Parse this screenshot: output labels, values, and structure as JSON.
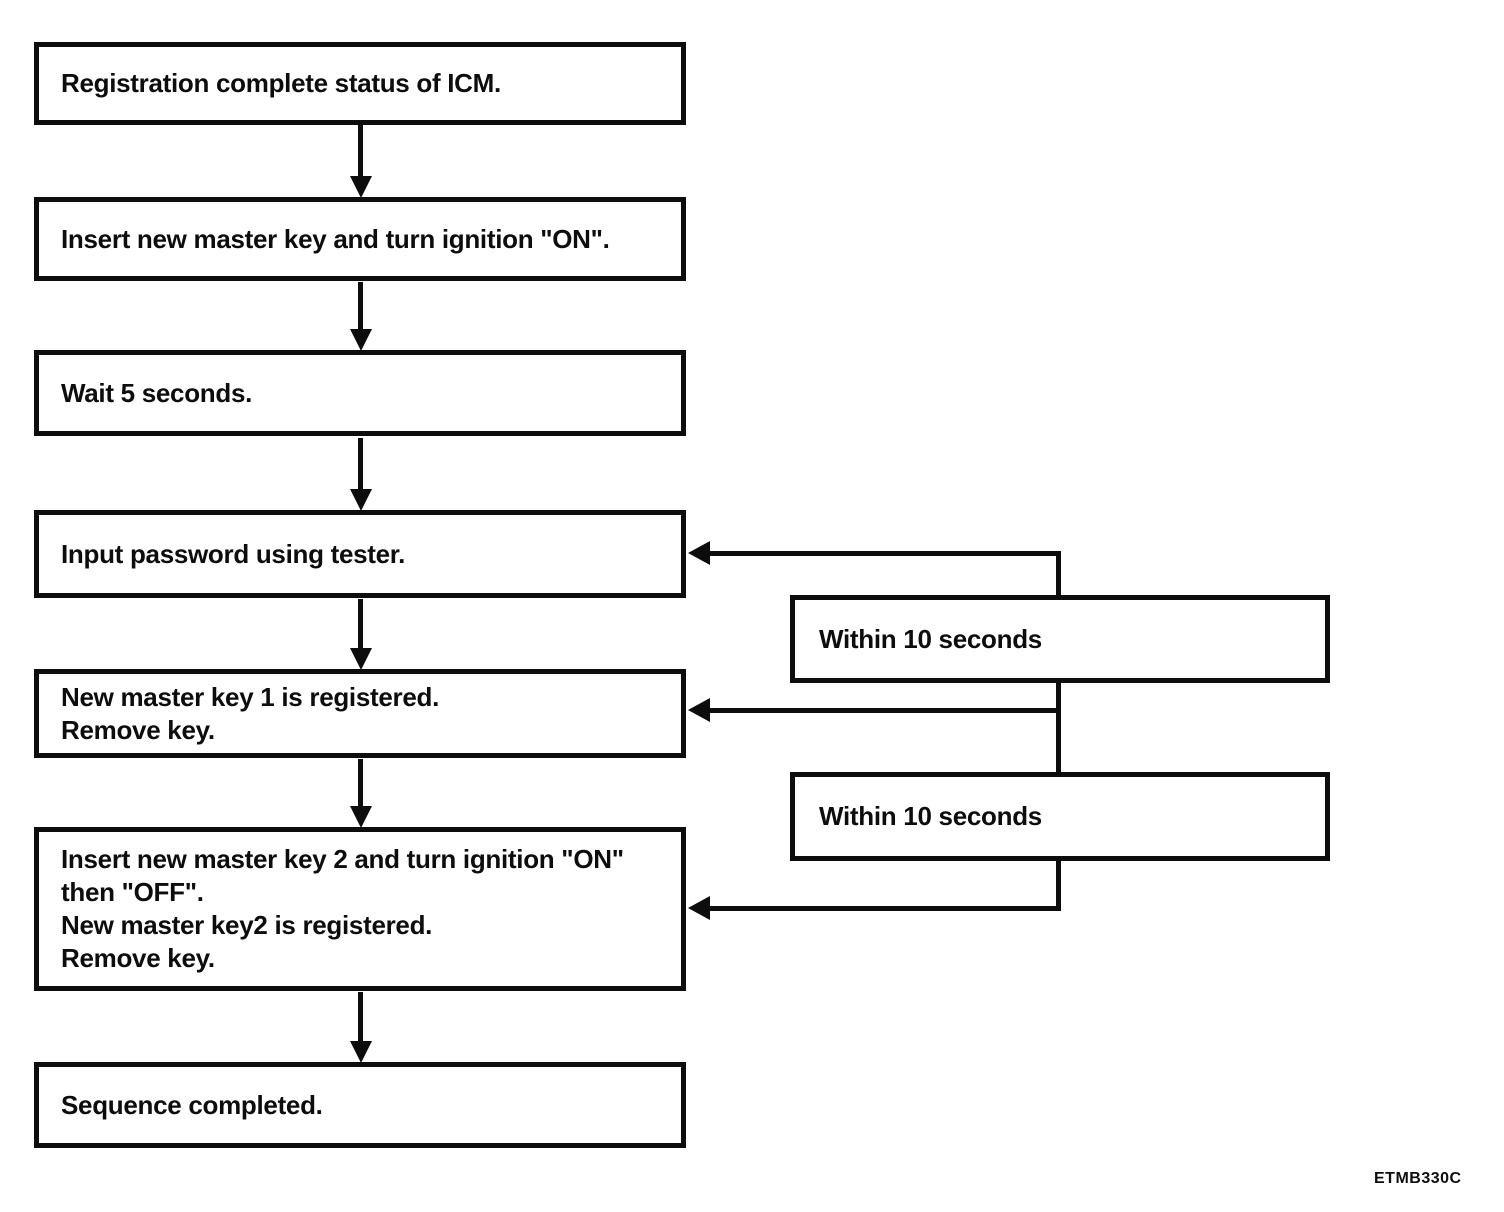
{
  "flow": {
    "steps": [
      {
        "name": "registration-complete",
        "lines": [
          "Registration complete status of ICM."
        ]
      },
      {
        "name": "insert-master-key-1",
        "lines": [
          "Insert new master key and turn ignition \"ON\"."
        ]
      },
      {
        "name": "wait-5-seconds",
        "lines": [
          "Wait 5 seconds."
        ]
      },
      {
        "name": "input-password",
        "lines": [
          "Input password using tester."
        ]
      },
      {
        "name": "key1-registered",
        "lines": [
          "New master key 1 is registered.",
          "Remove key."
        ]
      },
      {
        "name": "insert-master-key-2",
        "lines": [
          "Insert new master key 2 and turn ignition \"ON\"",
          "then \"OFF\".",
          "New master key2 is registered.",
          "Remove key."
        ]
      },
      {
        "name": "sequence-completed",
        "lines": [
          "Sequence completed."
        ]
      }
    ],
    "annotations": [
      {
        "label": "Within 10 seconds"
      },
      {
        "label": "Within 10 seconds"
      }
    ],
    "figure_code": "ETMB330C",
    "colors": {
      "ink": "#0d0d0d",
      "paper": "#ffffff"
    }
  }
}
